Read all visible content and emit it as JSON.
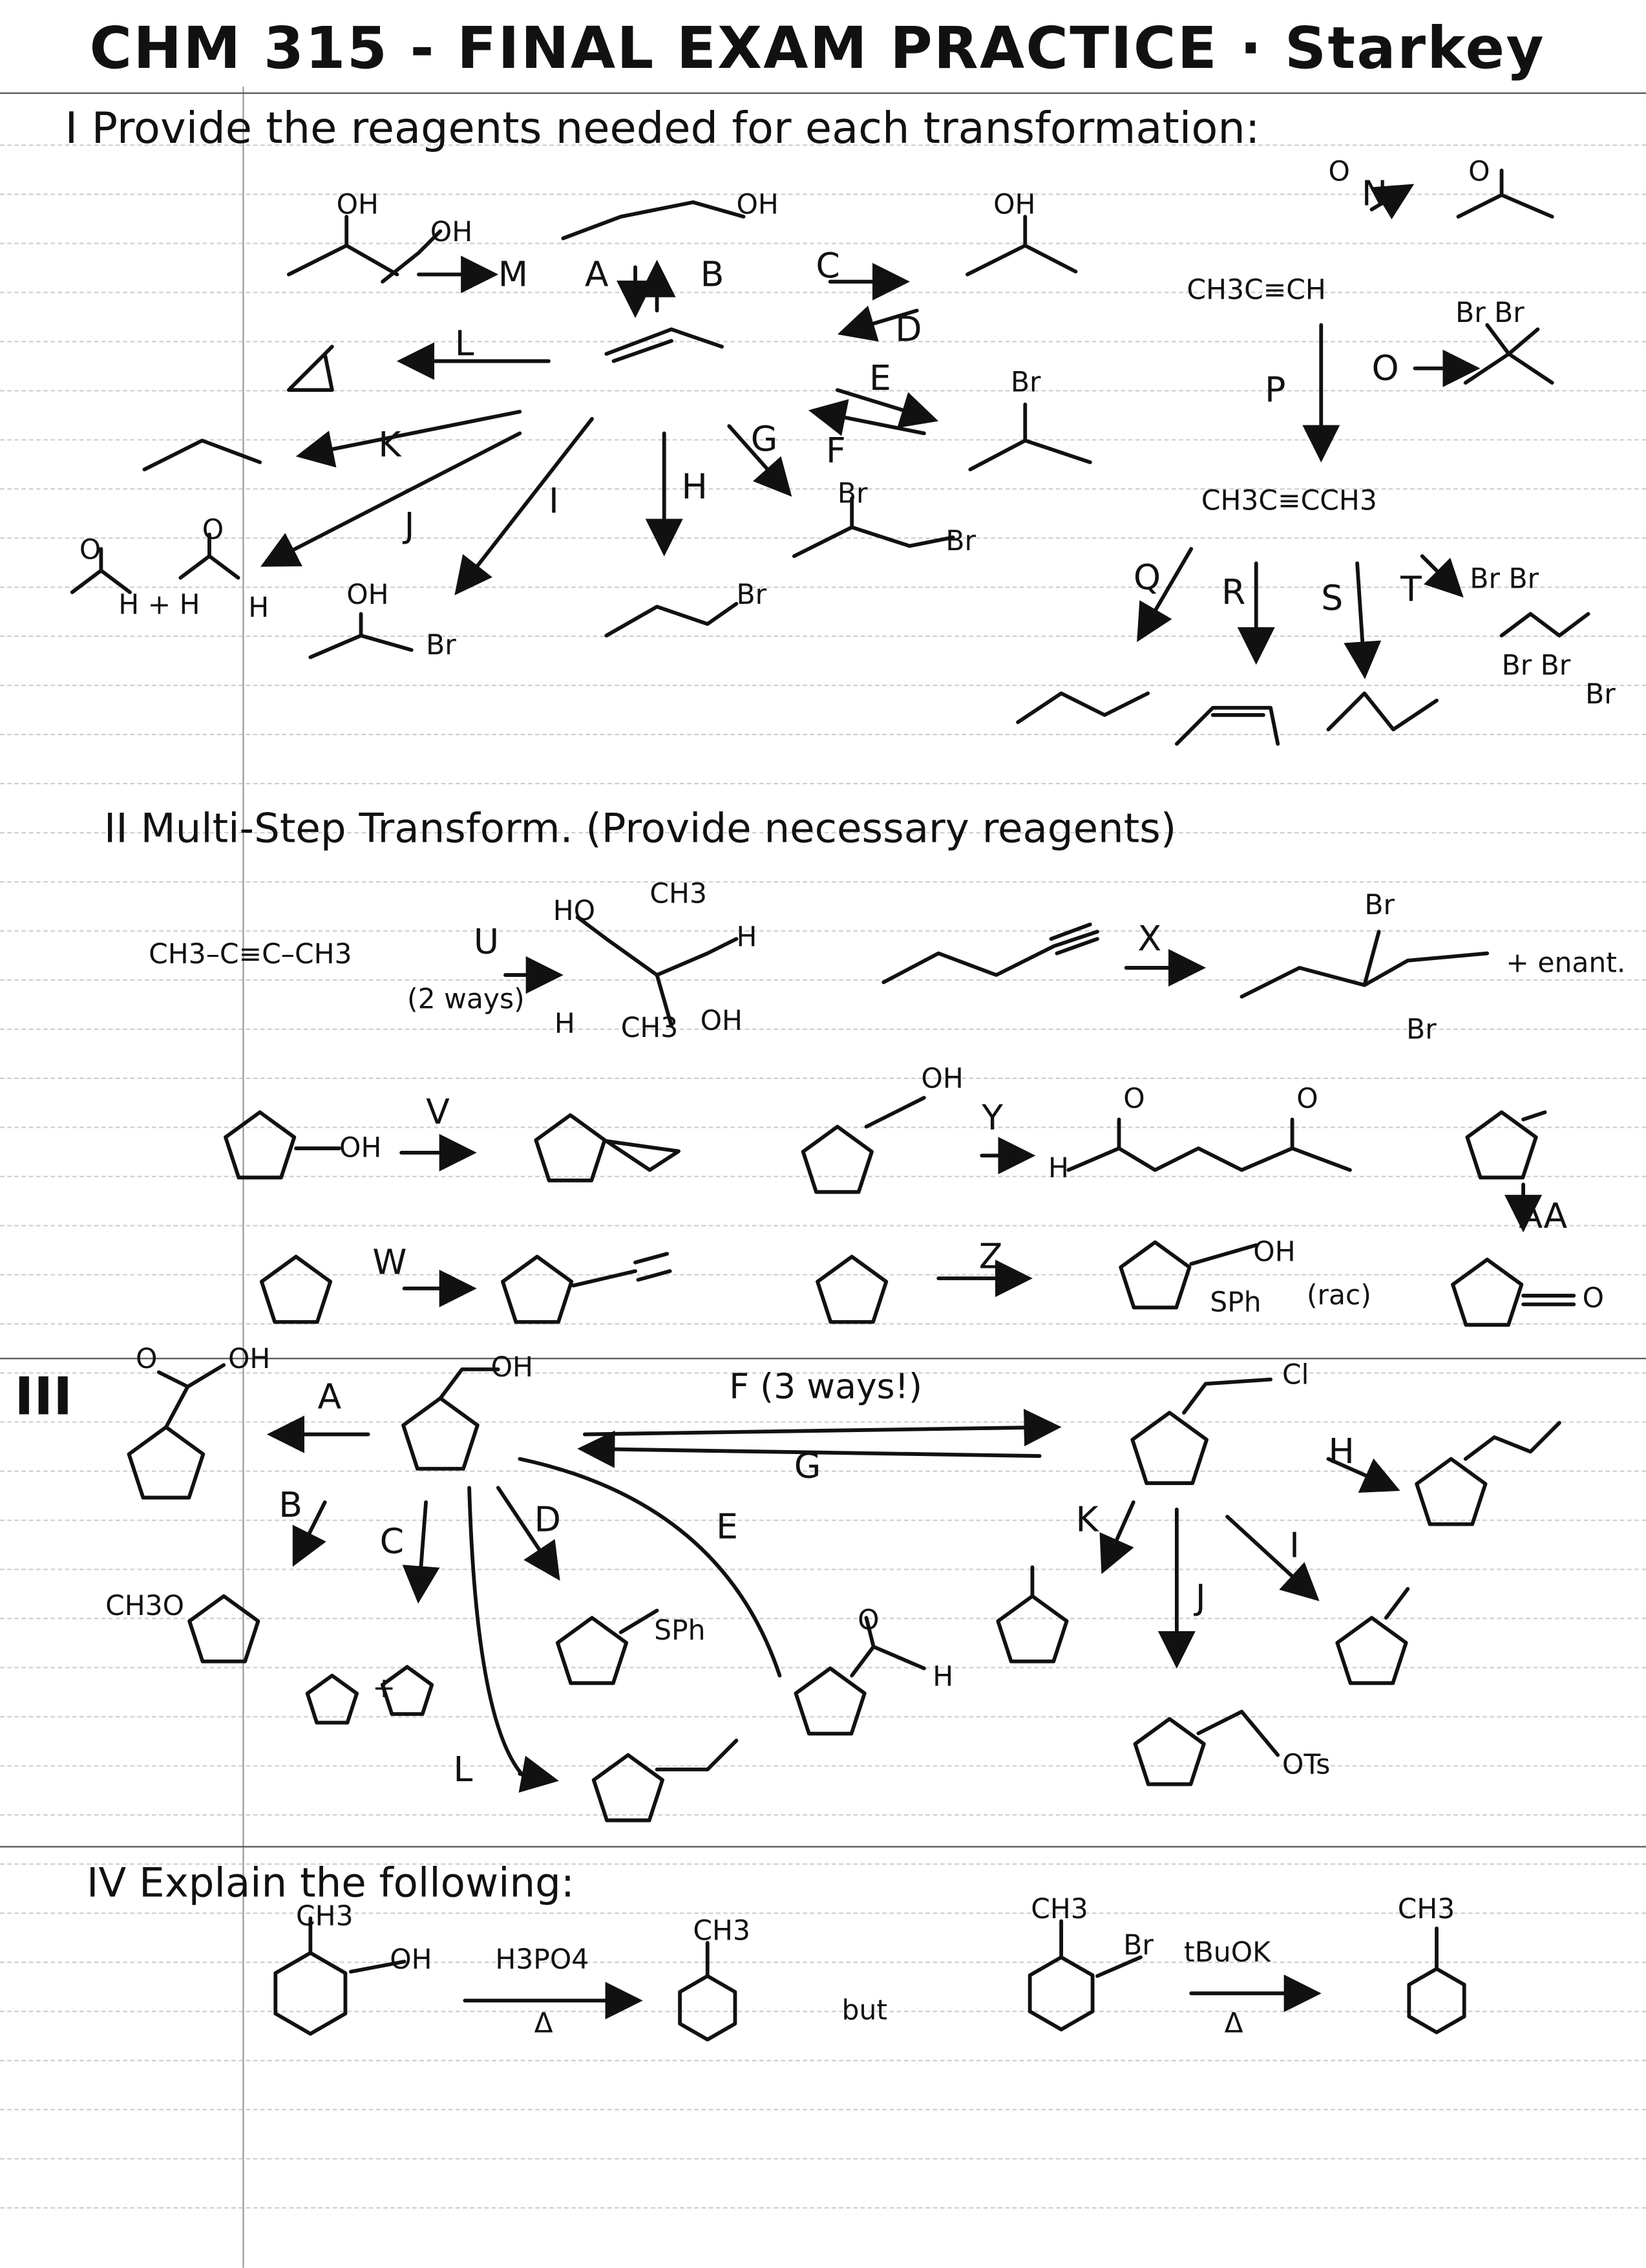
{
  "title": "CHM 315 - FINAL EXAM PRACTICE · Starkey",
  "section1": {
    "heading": "I  Provide the reagents needed for each transformation:",
    "labels": [
      "A",
      "B",
      "C",
      "D",
      "E",
      "F",
      "G",
      "H",
      "I",
      "J",
      "K",
      "L",
      "M",
      "N",
      "O",
      "P",
      "Q",
      "R",
      "S",
      "T"
    ],
    "texts": [
      "OH",
      "OH",
      "OH",
      "OH",
      "Br",
      "Br",
      "Br",
      "Br",
      "OH",
      "Br",
      "Br",
      "CH3C≡CH",
      "Br  Br",
      "CH3C≡CCH3",
      "Br Br",
      "Br Br",
      "O",
      "H + H",
      "O",
      "H",
      "O",
      "O"
    ]
  },
  "section2": {
    "heading": "II  Multi-Step Transform. (Provide necessary reagents)",
    "labels": [
      "U",
      "V",
      "W",
      "X",
      "Y",
      "Z",
      "AA"
    ],
    "texts": [
      "CH3–C≡C–CH3",
      "(2 ways)",
      "HO",
      "CH3",
      "H",
      "H",
      "CH3",
      "OH",
      "Br",
      "Br",
      "+ enant.",
      "OH",
      "OH",
      "H",
      "O",
      "O",
      "OH",
      "SPh",
      "(rac)",
      "O"
    ]
  },
  "section3": {
    "heading": "III",
    "labels": [
      "A",
      "B",
      "C",
      "D",
      "E",
      "F (3 ways!)",
      "G",
      "H",
      "I",
      "J",
      "K",
      "L"
    ],
    "texts": [
      "O",
      "OH",
      "OH",
      "Cl",
      "CH3O",
      "SPh",
      "O",
      "H",
      "OTs",
      "+"
    ]
  },
  "section4": {
    "heading": "IV  Explain the following:",
    "texts": [
      "CH3",
      "OH",
      "H3PO4",
      "Δ",
      "CH3",
      "but",
      "CH3",
      "Br",
      "tBuOK",
      "Δ",
      "CH3"
    ]
  }
}
